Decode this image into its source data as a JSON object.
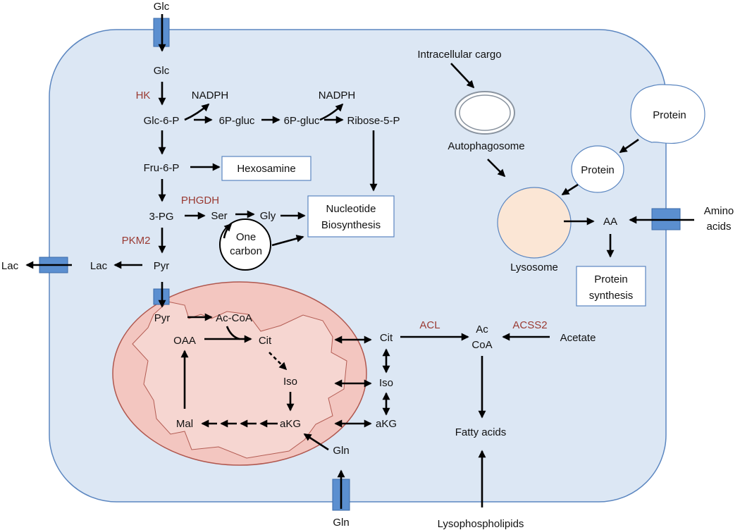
{
  "colors": {
    "cell_fill": "#dce7f4",
    "cell_stroke": "#5b86c0",
    "mito_fill": "#f3c6c0",
    "mito_stroke": "#b0574e",
    "mito_inner": "#f7d7d2",
    "lysosome_fill": "#fbe6d5",
    "transporter": "#5b8fd0",
    "enzyme_text": "#9a3a32"
  },
  "labels": {
    "glc_top": "Glc",
    "glc": "Glc",
    "hk": "HK",
    "nadph1": "NADPH",
    "nadph2": "NADPH",
    "glc6p": "Glc-6-P",
    "gluc1": "6P-gluc",
    "gluc2": "6P-gluc",
    "ribose": "Ribose-5-P",
    "fru6p": "Fru-6-P",
    "hexosamine": "Hexosamine",
    "phgdh": "PHGDH",
    "pg3": "3-PG",
    "ser": "Ser",
    "gly": "Gly",
    "nucleotide1": "Nucleotide",
    "nucleotide2": "Biosynthesis",
    "onecarbon1": "One",
    "onecarbon2": "carbon",
    "pkm2": "PKM2",
    "lac_out": "Lac",
    "lac": "Lac",
    "pyr": "Pyr",
    "pyr_mito": "Pyr",
    "accoa_mito": "Ac-CoA",
    "oaa": "OAA",
    "cit_mito": "Cit",
    "iso_mito": "Iso",
    "akg_mito": "aKG",
    "mal": "Mal",
    "cit": "Cit",
    "iso": "Iso",
    "akg": "aKG",
    "gln": "Gln",
    "gln_bottom": "Gln",
    "acl": "ACL",
    "accoa1": "Ac",
    "accoa2": "CoA",
    "acss2": "ACSS2",
    "acetate": "Acetate",
    "fatty": "Fatty acids",
    "lysophospholipids": "Lysophospholipids",
    "cargo": "Intracellular cargo",
    "autophagosome": "Autophagosome",
    "protein_out": "Protein",
    "protein_in": "Protein",
    "lysosome": "Lysosome",
    "aa": "AA",
    "amino1": "Amino",
    "amino2": "acids",
    "protsyn1": "Protein",
    "protsyn2": "synthesis"
  }
}
